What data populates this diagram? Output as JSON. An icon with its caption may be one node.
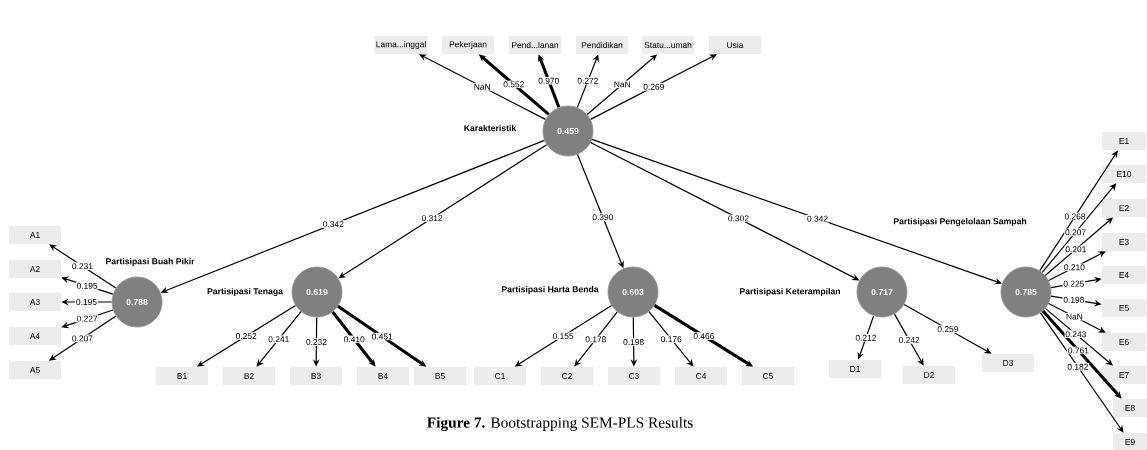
{
  "diagram": {
    "caption": "**Figure 7.** Bootstrapping SEM-PLS Results",
    "nodes": [
      {
        "text": [
          "Karakteristik",
          "0.459"
        ]
      },
      {
        "text": [
          "Lama...inggal"
        ]
      },
      {
        "text": [
          "Pekerjaan"
        ]
      },
      {
        "text": [
          "Pend...lanan"
        ]
      },
      {
        "text": [
          "Pendidikan"
        ]
      },
      {
        "text": [
          "Statu...umah"
        ]
      },
      {
        "text": [
          "Usia"
        ]
      },
      {
        "text": [
          "Partisipasi Buah Pikir",
          "0.788"
        ]
      },
      {
        "text": [
          "Partisipasi Tenaga",
          "0.619"
        ]
      },
      {
        "text": [
          "Partisipasi Harta Benda",
          "0.603"
        ]
      },
      {
        "text": [
          "Partisipasi Keterampilan",
          "0.717"
        ]
      },
      {
        "text": [
          "Partisipasi Pengelolaan Sampah",
          "0.785"
        ]
      },
      {
        "text": [
          "A1"
        ]
      },
      {
        "text": [
          "A2"
        ]
      },
      {
        "text": [
          "A3"
        ]
      },
      {
        "text": [
          "A4"
        ]
      },
      {
        "text": [
          "A5"
        ]
      },
      {
        "text": [
          "B1"
        ]
      },
      {
        "text": [
          "B2"
        ]
      },
      {
        "text": [
          "B3"
        ]
      },
      {
        "text": [
          "B4"
        ]
      },
      {
        "text": [
          "B5"
        ]
      },
      {
        "text": [
          "C1"
        ]
      },
      {
        "text": [
          "C2"
        ]
      },
      {
        "text": [
          "C3"
        ]
      },
      {
        "text": [
          "C4"
        ]
      },
      {
        "text": [
          "C5"
        ]
      },
      {
        "text": [
          "D1"
        ]
      },
      {
        "text": [
          "D2"
        ]
      },
      {
        "text": [
          "D3"
        ]
      },
      {
        "text": [
          "E1"
        ]
      },
      {
        "text": [
          "E10"
        ]
      },
      {
        "text": [
          "E2"
        ]
      },
      {
        "text": [
          "E3"
        ]
      },
      {
        "text": [
          "E4"
        ]
      },
      {
        "text": [
          "E5"
        ]
      },
      {
        "text": [
          "E6"
        ]
      },
      {
        "text": [
          "E7"
        ]
      },
      {
        "text": [
          "E8"
        ]
      },
      {
        "text": [
          "E9"
        ]
      }
    ],
    "edges": [
      {
        "from": 0,
        "to": 1,
        "arrow": "to",
        "label": "NaN"
      },
      {
        "from": 0,
        "to": 2,
        "arrow": "to",
        "label": "0.552",
        "style": "thick"
      },
      {
        "from": 0,
        "to": 3,
        "arrow": "to",
        "label": "0.970",
        "style": "thick"
      },
      {
        "from": 0,
        "to": 4,
        "arrow": "to",
        "label": "0.272"
      },
      {
        "from": 0,
        "to": 5,
        "arrow": "to",
        "label": "NaN"
      },
      {
        "from": 0,
        "to": 6,
        "arrow": "to",
        "label": "0.269"
      },
      {
        "from": 0,
        "to": 7,
        "arrow": "to",
        "label": "0.342"
      },
      {
        "from": 0,
        "to": 8,
        "arrow": "to",
        "label": "0.312"
      },
      {
        "from": 0,
        "to": 9,
        "arrow": "to",
        "label": "0.390"
      },
      {
        "from": 0,
        "to": 10,
        "arrow": "to",
        "label": "0.302"
      },
      {
        "from": 0,
        "to": 11,
        "arrow": "to",
        "label": "0.342"
      },
      {
        "from": 7,
        "to": 12,
        "arrow": "to",
        "label": "0.231"
      },
      {
        "from": 7,
        "to": 13,
        "arrow": "to",
        "label": "0.195"
      },
      {
        "from": 7,
        "to": 14,
        "arrow": "to",
        "label": "0.195"
      },
      {
        "from": 7,
        "to": 15,
        "arrow": "to",
        "label": "0.227"
      },
      {
        "from": 7,
        "to": 16,
        "arrow": "to",
        "label": "0.207"
      },
      {
        "from": 8,
        "to": 17,
        "arrow": "to",
        "label": "0.252"
      },
      {
        "from": 8,
        "to": 18,
        "arrow": "to",
        "label": "0.241"
      },
      {
        "from": 8,
        "to": 19,
        "arrow": "to",
        "label": "0.232"
      },
      {
        "from": 8,
        "to": 20,
        "arrow": "to",
        "label": "0.410",
        "style": "thick"
      },
      {
        "from": 8,
        "to": 21,
        "arrow": "to",
        "label": "0.451",
        "style": "thick"
      },
      {
        "from": 9,
        "to": 22,
        "arrow": "to",
        "label": "0.155"
      },
      {
        "from": 9,
        "to": 23,
        "arrow": "to",
        "label": "0.178"
      },
      {
        "from": 9,
        "to": 24,
        "arrow": "to",
        "label": "0.198"
      },
      {
        "from": 9,
        "to": 25,
        "arrow": "to",
        "label": "0.176"
      },
      {
        "from": 9,
        "to": 26,
        "arrow": "to",
        "label": "0.466",
        "style": "thick"
      },
      {
        "from": 10,
        "to": 27,
        "arrow": "to",
        "label": "0.212"
      },
      {
        "from": 10,
        "to": 28,
        "arrow": "to",
        "label": "0.242"
      },
      {
        "from": 10,
        "to": 29,
        "arrow": "to",
        "label": "0.259"
      },
      {
        "from": 11,
        "to": 30,
        "arrow": "to",
        "label": "0.268"
      },
      {
        "from": 11,
        "to": 31,
        "arrow": "to",
        "label": "0.207"
      },
      {
        "from": 11,
        "to": 32,
        "arrow": "to",
        "label": "0.201"
      },
      {
        "from": 11,
        "to": 33,
        "arrow": "to",
        "label": "0.210"
      },
      {
        "from": 11,
        "to": 34,
        "arrow": "to",
        "label": "0.225"
      },
      {
        "from": 11,
        "to": 35,
        "arrow": "to",
        "label": "0.198"
      },
      {
        "from": 11,
        "to": 36,
        "arrow": "to",
        "label": "NaN"
      },
      {
        "from": 11,
        "to": 37,
        "arrow": "to",
        "label": "0.243"
      },
      {
        "from": 11,
        "to": 38,
        "arrow": "to",
        "label": "0.761",
        "style": "thick"
      },
      {
        "from": 11,
        "to": 39,
        "arrow": "to",
        "label": "0.182"
      }
    ]
  }
}
